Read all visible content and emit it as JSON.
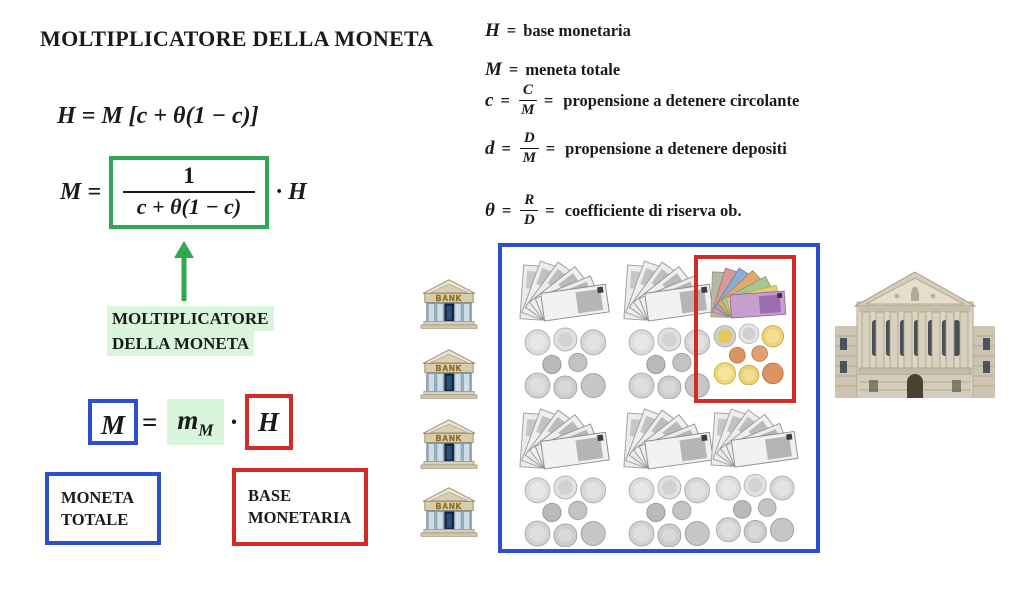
{
  "title": "MOLTIPLICATORE DELLA MONETA",
  "formulas": {
    "base_money": "H = M [c + θ(1 − c)]",
    "m_lhs": "M =",
    "m_numerator": "1",
    "m_denominator": "c + θ(1 − c)",
    "m_rhs": "· H",
    "mm_m": "M",
    "mm_eq": "=",
    "mm_mult": "m",
    "mm_mult_sub": "M",
    "mm_dot": "·",
    "mm_h": "H"
  },
  "multiplier_label": [
    "MOLTIPLICATORE",
    "DELLA MONETA"
  ],
  "moneta_totale": [
    "MONETA",
    "TOTALE"
  ],
  "base_monetaria": [
    "BASE",
    "MONETARIA"
  ],
  "definitions": {
    "h": {
      "sym": "H",
      "eq": "=",
      "text": "base monetaria"
    },
    "m": {
      "sym": "M",
      "eq": "=",
      "text": "meneta totale"
    },
    "c": {
      "sym": "c",
      "eq": "=",
      "num": "C",
      "den": "M",
      "eq2": "=",
      "text": "propensione a detenere circolante"
    },
    "d": {
      "sym": "d",
      "eq": "=",
      "num": "D",
      "den": "M",
      "eq2": "=",
      "text": "propensione a detenere depositi"
    },
    "theta": {
      "sym": "θ",
      "eq": "=",
      "num": "R",
      "den": "D",
      "eq2": "=",
      "text": "coefficiente di riserva ob."
    }
  },
  "bank_label": "BANK",
  "colors": {
    "green_accent": "#2fa84f",
    "green_highlight": "#d9f5dc",
    "blue_accent": "#2d4ecf",
    "red_accent": "#d42a28"
  }
}
